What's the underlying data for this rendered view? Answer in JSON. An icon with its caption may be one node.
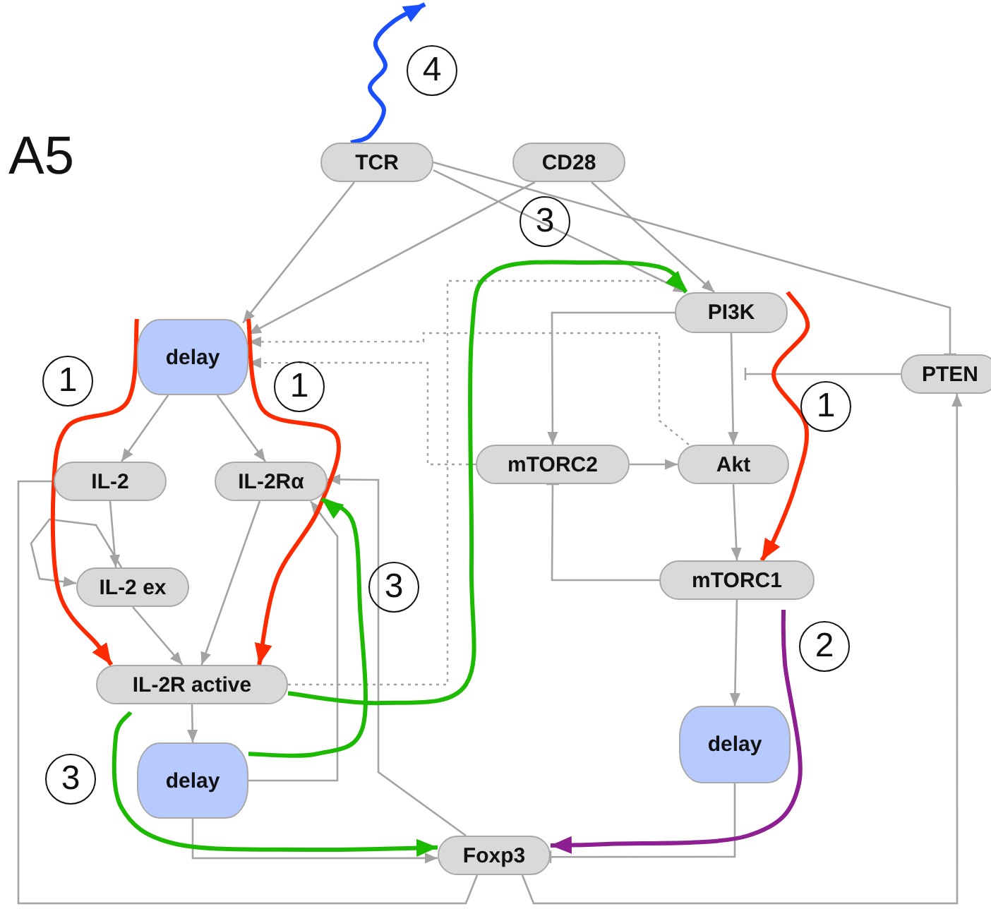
{
  "diagram": {
    "title": "A5",
    "nodes": [
      {
        "text": [
          "TCR"
        ]
      },
      {
        "text": [
          "CD28"
        ]
      },
      {
        "text": [
          "delay"
        ]
      },
      {
        "text": [
          "PI3K"
        ]
      },
      {
        "text": [
          "PTEN"
        ]
      },
      {
        "text": [
          "IL-2"
        ]
      },
      {
        "text": [
          "IL-2Rα"
        ]
      },
      {
        "text": [
          "mTORC2"
        ]
      },
      {
        "text": [
          "Akt"
        ]
      },
      {
        "text": [
          "IL-2 ex"
        ]
      },
      {
        "text": [
          "mTORC1"
        ]
      },
      {
        "text": [
          "IL-2R active"
        ]
      },
      {
        "text": [
          "delay"
        ]
      },
      {
        "text": [
          "delay"
        ]
      },
      {
        "text": [
          "Foxp3"
        ]
      }
    ],
    "edges": [
      {
        "from": 0,
        "to": 2,
        "arrow": "to"
      },
      {
        "from": 1,
        "to": 2,
        "arrow": "to"
      },
      {
        "from": 0,
        "to": 3,
        "arrow": "to"
      },
      {
        "from": 1,
        "to": 3,
        "arrow": "to"
      },
      {
        "from": 0,
        "to": 4,
        "arrow": "other"
      },
      {
        "from": 4,
        "to": null,
        "arrow": "other"
      },
      {
        "from": 3,
        "to": 7,
        "arrow": "to"
      },
      {
        "from": 3,
        "to": 8,
        "arrow": "to"
      },
      {
        "from": 7,
        "to": 8,
        "arrow": "to"
      },
      {
        "from": 8,
        "to": 10,
        "arrow": "to"
      },
      {
        "from": 10,
        "to": 7,
        "arrow": "other"
      },
      {
        "from": 10,
        "to": 13,
        "arrow": "to"
      },
      {
        "from": 13,
        "to": 14,
        "arrow": "other"
      },
      {
        "from": 2,
        "to": 5,
        "arrow": "to"
      },
      {
        "from": 2,
        "to": 6,
        "arrow": "to"
      },
      {
        "from": 5,
        "to": 9,
        "arrow": "to"
      },
      {
        "from": 9,
        "to": 9,
        "arrow": "to"
      },
      {
        "from": 9,
        "to": 11,
        "arrow": "to"
      },
      {
        "from": 6,
        "to": 11,
        "arrow": "to"
      },
      {
        "from": 11,
        "to": 12,
        "arrow": "to"
      },
      {
        "from": 12,
        "to": 14,
        "arrow": "to"
      },
      {
        "from": 12,
        "to": 6,
        "arrow": "to"
      },
      {
        "from": 14,
        "to": 6,
        "arrow": "to"
      },
      {
        "from": 14,
        "to": 5,
        "arrow": "other"
      },
      {
        "from": 14,
        "to": 4,
        "arrow": "to"
      },
      {
        "from": 8,
        "to": 2,
        "arrow": "to",
        "style": "dashed"
      },
      {
        "from": 7,
        "to": 2,
        "arrow": "to",
        "style": "dashed"
      },
      {
        "from": 11,
        "to": 3,
        "arrow": "none",
        "style": "dashed"
      },
      {
        "from": 2,
        "to": 11,
        "arrow": "to",
        "style": "thick",
        "color": "#ff2a00"
      },
      {
        "from": 2,
        "to": 11,
        "arrow": "to",
        "style": "thick",
        "color": "#ff2a00"
      },
      {
        "from": 3,
        "to": 10,
        "arrow": "to",
        "style": "thick",
        "color": "#ff2a00"
      },
      {
        "from": 10,
        "to": 14,
        "arrow": "to",
        "style": "thick",
        "color": "#8e1f92"
      },
      {
        "from": 11,
        "to": 3,
        "arrow": "to",
        "style": "thick",
        "color": "#1cba00"
      },
      {
        "from": 12,
        "to": 6,
        "arrow": "to",
        "style": "thick",
        "color": "#1cba00"
      },
      {
        "from": 11,
        "to": 14,
        "arrow": "to",
        "style": "thick",
        "color": "#1cba00"
      },
      {
        "from": 0,
        "to": null,
        "arrow": "to",
        "style": "thick",
        "color": "#1a4fff"
      }
    ],
    "labels": [
      "4",
      "3",
      "1",
      "1",
      "1",
      "3",
      "2",
      "3"
    ]
  }
}
